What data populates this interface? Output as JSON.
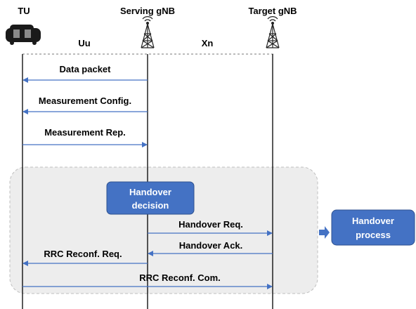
{
  "entities": {
    "tu": "TU",
    "serving": "Serving gNB",
    "target": "Target gNB"
  },
  "interfaces": {
    "uu": "Uu",
    "xn": "Xn"
  },
  "messages": {
    "data_packet": "Data packet",
    "meas_config": "Measurement Config.",
    "meas_rep": "Measurement Rep.",
    "ho_req": "Handover  Req.",
    "ho_ack": "Handover  Ack.",
    "rrc_req": "RRC Reconf. Req.",
    "rrc_com": "RRC Reconf. Com."
  },
  "boxes": {
    "decision_line1": "Handover",
    "decision_line2": "decision",
    "process_line1": "Handover",
    "process_line2": "process"
  },
  "colors": {
    "box_fill": "#4472C4",
    "arrow": "#4472C4",
    "region_fill": "#EDEDED",
    "region_border": "#BFBFBF"
  }
}
